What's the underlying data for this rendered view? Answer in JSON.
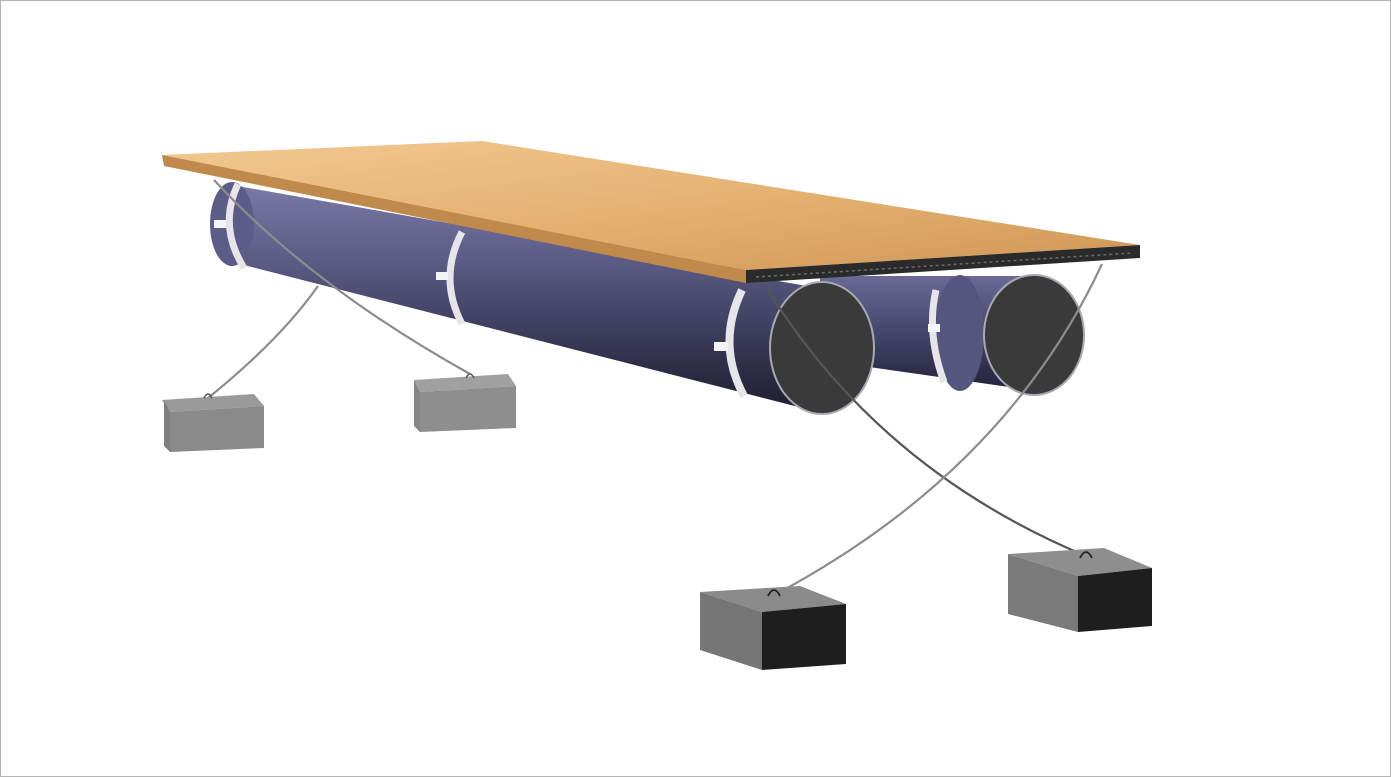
{
  "colors": {
    "background": "#ffffff",
    "frame_border": "#b4b4b4",
    "deck_top_light": "#f0c48c",
    "deck_top_dark": "#d29a5c",
    "deck_edge": "#2a2a2a",
    "float_body_light": "#6e6e98",
    "float_body_dark": "#26263e",
    "float_end_cap": "#3a3a3a",
    "strap": "#e6e6ea",
    "cable": "#8c8c8c",
    "anchor_light": "#8e8e8e",
    "anchor_dark": "#1e1e1e"
  },
  "scene": {
    "subject": "floating-dock-pontoon",
    "float_count": 2,
    "anchor_count": 4,
    "cable_count": 4,
    "straps_per_float": 3
  }
}
